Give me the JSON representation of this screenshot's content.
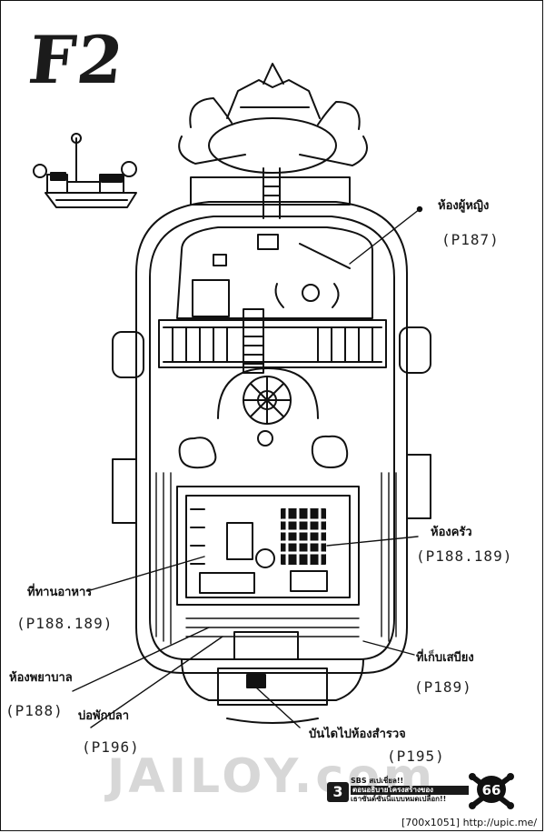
{
  "title": "F2",
  "labels": {
    "womens_room": "ห้องผู้หญิง",
    "kitchen": "ห้องครัว",
    "dining": "ที่ทานอาหาร",
    "storage": "ที่เก็บเสบียง",
    "infirmary": "ห้องพยาบาล",
    "aquarium": "บ่อพักปลา",
    "stairs": "บันไดไปห้องสำรวจ"
  },
  "pages": {
    "womens_room": "(P187)",
    "kitchen": "(P188.189)",
    "dining": "(P188.189)",
    "storage": "(P189)",
    "infirmary": "(P188)",
    "aquarium": "(P196)",
    "stairs": "(P195)"
  },
  "footer": {
    "watermark": "JAILOY.com",
    "page_number": "3",
    "sbs_line1": "SBS สเปเชี่ยล!!",
    "sbs_line2": "ตอนอธิบายโครงสร้างของ",
    "sbs_line3": "เธาซันด์ซันนี่แบบหมดเปลือก!!",
    "skull_number": "66",
    "image_info": "[700x1051] http://upic.me/"
  },
  "colors": {
    "ink": "#111111",
    "paper": "#ffffff",
    "watermark": "#d7d7d7"
  }
}
